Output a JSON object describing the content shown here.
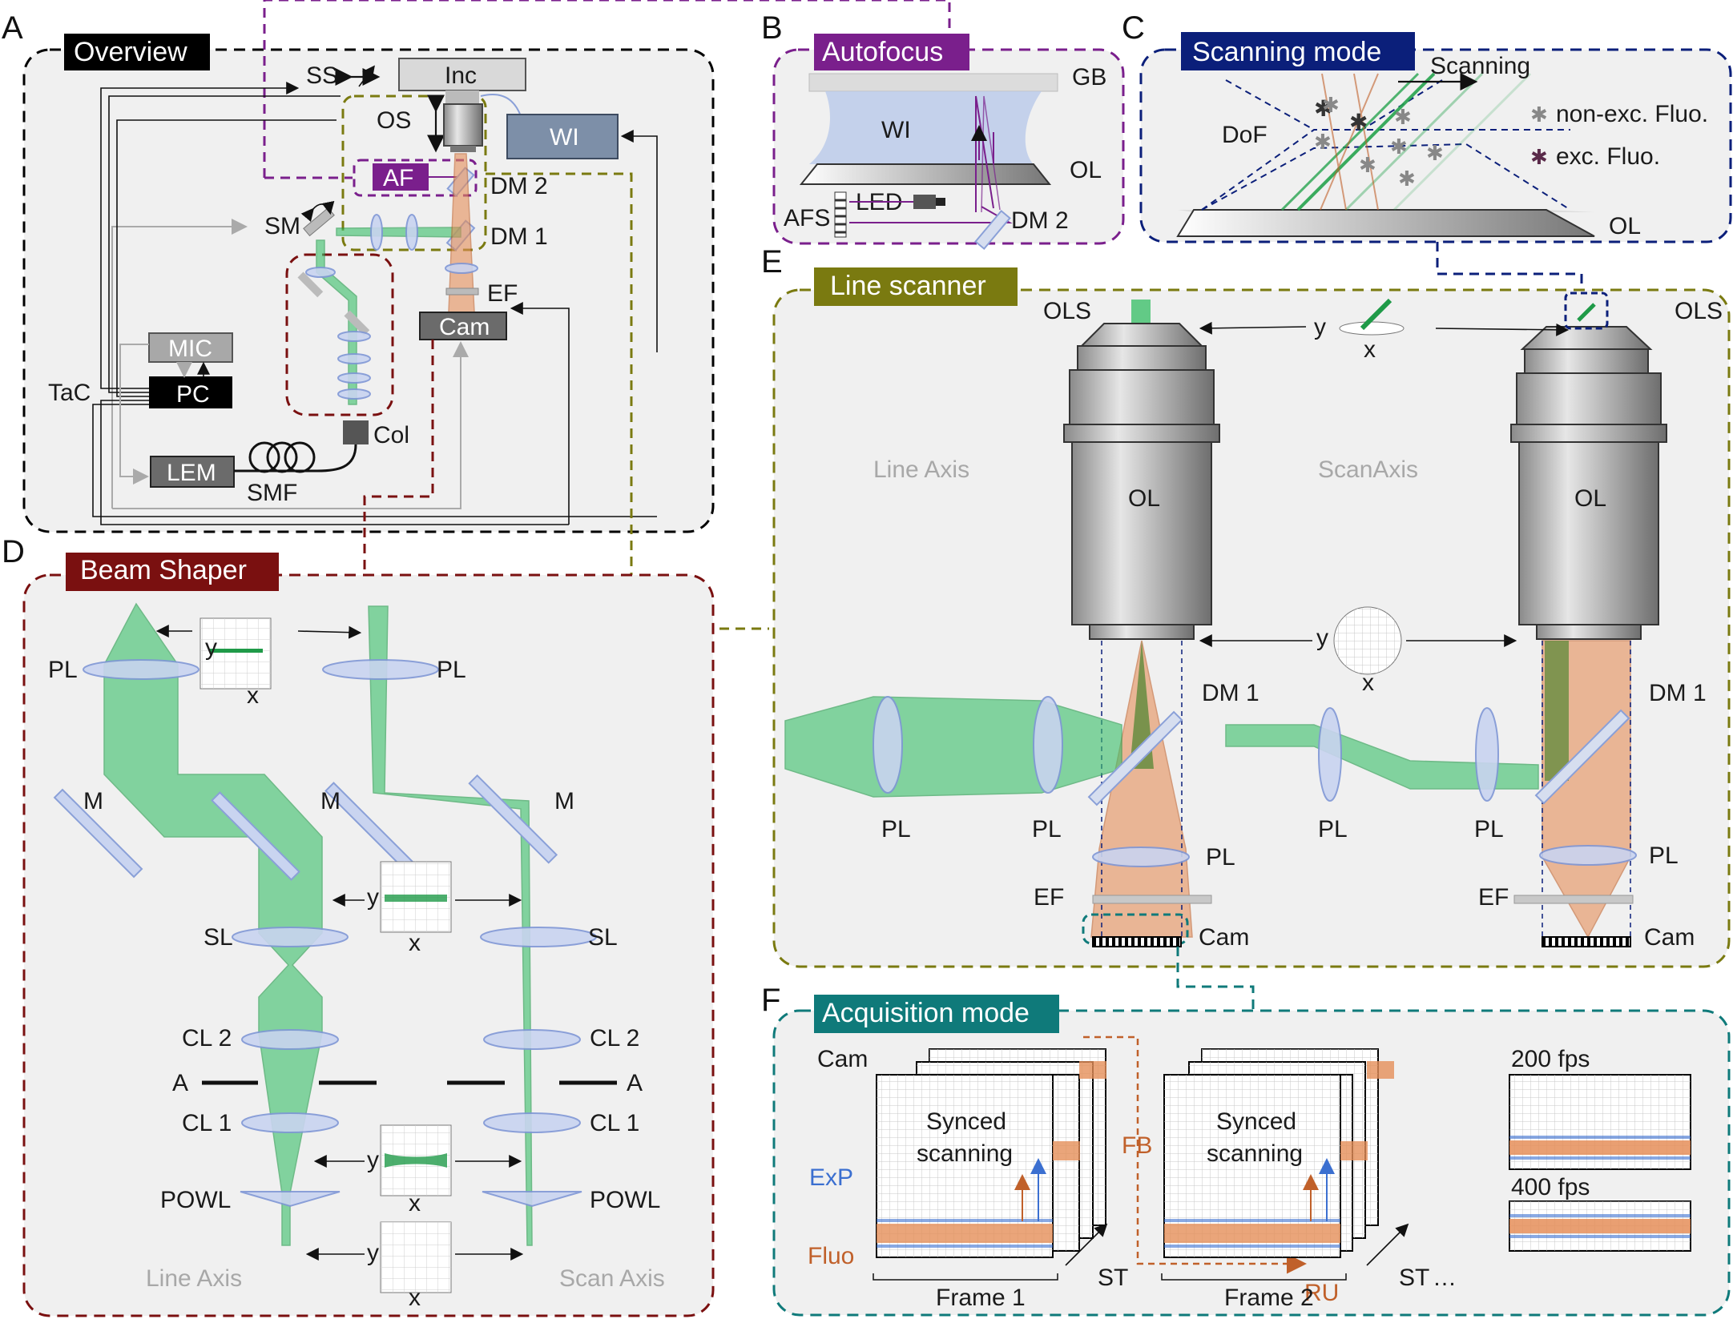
{
  "panels": {
    "A": {
      "letter": "A",
      "title": "Overview"
    },
    "B": {
      "letter": "B",
      "title": "Autofocus"
    },
    "C": {
      "letter": "C",
      "title": "Scanning mode"
    },
    "D": {
      "letter": "D",
      "title": "Beam Shaper"
    },
    "E": {
      "letter": "E",
      "title": "Line scanner"
    },
    "F": {
      "letter": "F",
      "title": "Acquisition mode"
    }
  },
  "colors": {
    "overview": "#000000",
    "autofocus": "#7a1f8c",
    "scanning": "#0b1f7a",
    "beam_shaper": "#7a1010",
    "line_scanner": "#7a7a10",
    "acquisition": "#0f7a7a",
    "beam": "#3ec06c",
    "fluo": "#e58e59",
    "panel_bg": "#f0f0f0"
  },
  "overview": {
    "SS": "SS",
    "Inc": "Inc",
    "OS": "OS",
    "WI": "WI",
    "AF": "AF",
    "DM2": "DM 2",
    "DM1": "DM 1",
    "SM": "SM",
    "EF": "EF",
    "Cam": "Cam",
    "MIC": "MIC",
    "PC": "PC",
    "TaC": "TaC",
    "Col": "Col",
    "LEM": "LEM",
    "SMF": "SMF"
  },
  "autofocus": {
    "GB": "GB",
    "WI": "WI",
    "OL": "OL",
    "LED": "LED",
    "AFS": "AFS",
    "DM2": "DM 2"
  },
  "scanning": {
    "DoF": "DoF",
    "Scanning": "Scanning",
    "non_exc": "non-exc. Fluo.",
    "exc": "exc. Fluo.",
    "OL": "OL"
  },
  "beam_shaper": {
    "PL": "PL",
    "M": "M",
    "SL": "SL",
    "CL2": "CL 2",
    "A": "A",
    "CL1": "CL 1",
    "POWL": "POWL",
    "x": "x",
    "y": "y",
    "line_axis": "Line Axis",
    "scan_axis": "Scan Axis"
  },
  "line_scanner": {
    "OLS": "OLS",
    "OL": "OL",
    "DM1": "DM 1",
    "PL": "PL",
    "EF": "EF",
    "Cam": "Cam",
    "line_axis": "Line Axis",
    "scan_axis": "ScanAxis",
    "x": "x",
    "y": "y"
  },
  "acquisition": {
    "Cam": "Cam",
    "ExP": "ExP",
    "Fluo": "Fluo",
    "synced1": "Synced",
    "synced2": "scanning",
    "FB": "FB",
    "RU": "RU",
    "ST": "ST",
    "frame1": "Frame 1",
    "frame2": "Frame 2",
    "ellipsis": "…",
    "fps200": "200 fps",
    "fps400": "400 fps"
  }
}
